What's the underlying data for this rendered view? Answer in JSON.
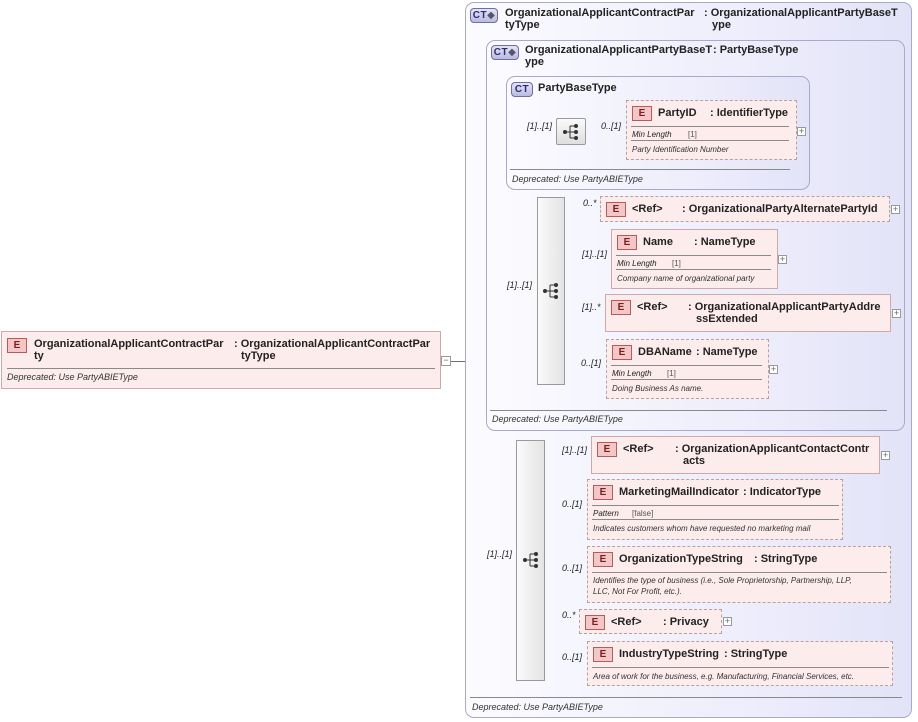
{
  "root": {
    "badge": "E",
    "name_line1": "OrganizationalApplicantContractPar",
    "name_line2": "ty",
    "type_line1": ": OrganizationalApplicantContractPar",
    "type_line2": "tyType",
    "doc": "Deprecated: Use PartyABIEType"
  },
  "outer_type": {
    "badge": "CT",
    "name_line1": "OrganizationalApplicantContractPar",
    "name_line2": "tyType",
    "base_line1": ": OrganizationalApplicantPartyBaseT",
    "base_line2": "ype",
    "doc": "Deprecated: Use PartyABIEType"
  },
  "party_base": {
    "badge": "CT",
    "name_line1": "OrganizationalApplicantPartyBaseT",
    "name_line2": "ype",
    "base": ": PartyBaseType",
    "doc": "Deprecated: Use PartyABIEType"
  },
  "base_type": {
    "badge": "CT",
    "name": "PartyBaseType",
    "doc": "Deprecated: Use PartyABIEType"
  },
  "elements": {
    "party_id": {
      "badge": "E",
      "name": "PartyID",
      "type": ": IdentifierType",
      "facet": "Min Length",
      "facet_value": "[1]",
      "doc": "Party Identification Number",
      "card": "0..[1]"
    },
    "alt_party_id": {
      "badge": "E",
      "ref": "<Ref>",
      "type": ": OrganizationalPartyAlternatePartyId",
      "card": "0..*"
    },
    "name": {
      "badge": "E",
      "name": "Name",
      "type": ": NameType",
      "facet": "Min Length",
      "facet_value": "[1]",
      "doc": "Company name of organizational party",
      "card": "[1]..[1]"
    },
    "address": {
      "badge": "E",
      "ref": "<Ref>",
      "type_line1": ": OrganizationalApplicantPartyAddre",
      "type_line2": "ssExtended",
      "card": "[1]..*"
    },
    "dba_name": {
      "badge": "E",
      "name": "DBAName",
      "type": ": NameType",
      "facet": "Min Length",
      "facet_value": "[1]",
      "doc": "Doing Business As name.",
      "card": "0..[1]"
    },
    "contact": {
      "badge": "E",
      "ref": "<Ref>",
      "type_line1": ": OrganizationApplicantContactContr",
      "type_line2": "acts",
      "card": "[1]..[1]"
    },
    "marketing": {
      "badge": "E",
      "name": "MarketingMailIndicator",
      "type": ": IndicatorType",
      "facet": "Pattern",
      "facet_value": "[false]",
      "doc": "Indicates customers whom have requested no marketing mail",
      "card": "0..[1]"
    },
    "org_type": {
      "badge": "E",
      "name": "OrganizationTypeString",
      "type": ": StringType",
      "doc_line1": "Identifies the type of business (i.e., Sole Proprietorship, Partnership, LLP,",
      "doc_line2": "LLC, Not For Profit, etc.).",
      "card": "0..[1]"
    },
    "privacy": {
      "badge": "E",
      "ref": "<Ref>",
      "type": ": Privacy",
      "card": "0..*"
    },
    "industry": {
      "badge": "E",
      "name": "IndustryTypeString",
      "type": ": StringType",
      "doc": "Area of work for the business, e.g. Manufacturing, Financial Services, etc.",
      "card": "0..[1]"
    }
  },
  "sequences": {
    "base_seq_card": "[1]..[1]",
    "party_seq_card": "[1]..[1]",
    "outer_seq_card": "[1]..[1]"
  },
  "colors": {
    "element_fill": "#fdecec",
    "element_border": "#cfa9a9",
    "complex_type_fill": "#eeeefc",
    "complex_type_border": "#a9a9c9"
  }
}
